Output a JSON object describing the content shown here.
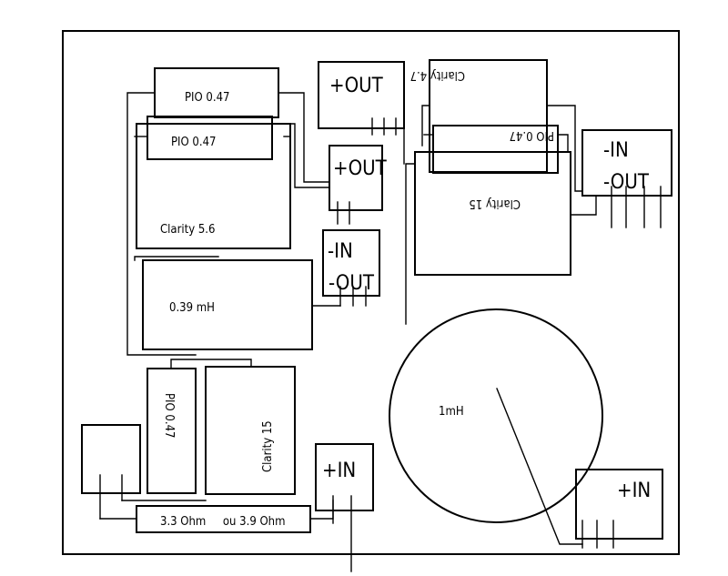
{
  "labels": {
    "pio_top1": "PIO 0.47",
    "pio_top2": "PIO 0.47",
    "clarity_56": "Clarity 5.6",
    "out_top": "+OUT",
    "out_mid": "+OUT",
    "in_mid": "-IN",
    "out_mid2": "-OUT",
    "inductor_039": "0.39 mH",
    "clarity_47": "Clarity 4.7",
    "pio_right": "PIO 0.47",
    "clarity_15_top": "Clarity 15",
    "in_right": "-IN",
    "out_right": "-OUT",
    "inductor_1mh": "1mH",
    "pio_bottom": "PIO 0.47",
    "clarity_15_bottom": "Clarity 15",
    "in_plus_mid": "+IN",
    "resistor": "3.3 Ohm     ou 3.9 Ohm",
    "in_plus_right": "+IN"
  }
}
